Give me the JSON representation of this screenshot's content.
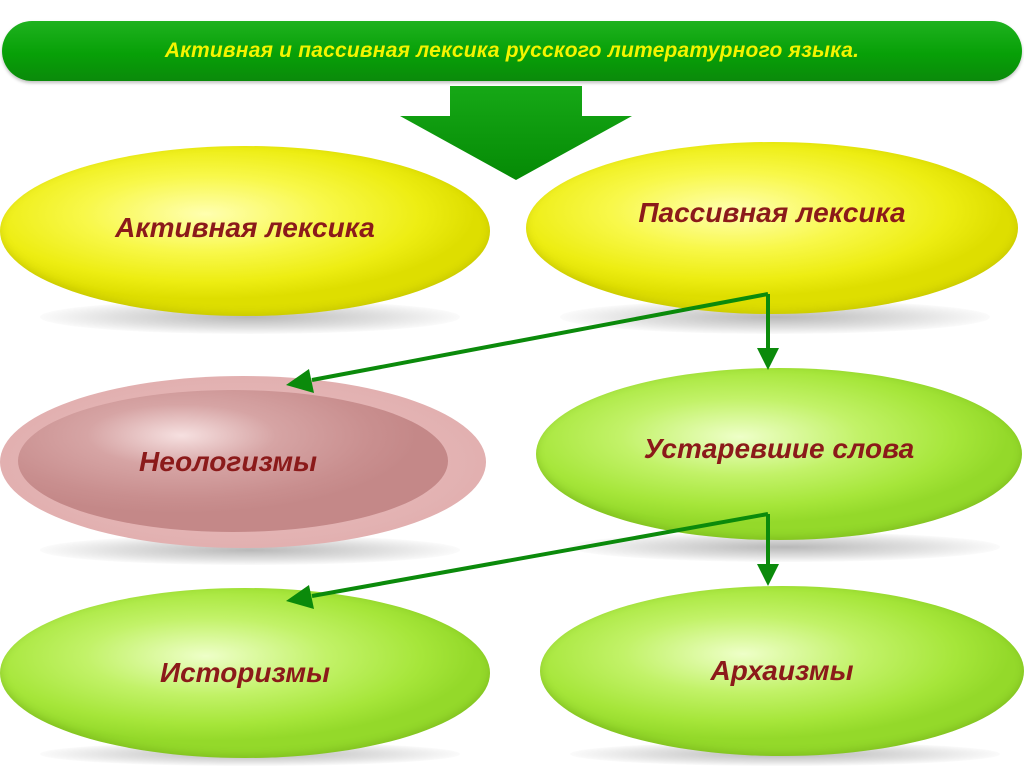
{
  "title": "Активная и пассивная лексика русского литературного языка.",
  "nodes": {
    "active": "Активная лексика",
    "passive": "Пассивная лексика",
    "neologisms": "Неологизмы",
    "obsolete": "Устаревшие слова",
    "historisms": "Историзмы",
    "archaisms": "Архаизмы"
  },
  "colors": {
    "title_bar": "#07a007",
    "title_text": "#f4f400",
    "node_text": "#8b1a1a",
    "yellow_node": "#f8f84a",
    "green_node": "#b6ee52",
    "pink_node": "#d6a4a4",
    "arrow": "#0b8a0b"
  }
}
